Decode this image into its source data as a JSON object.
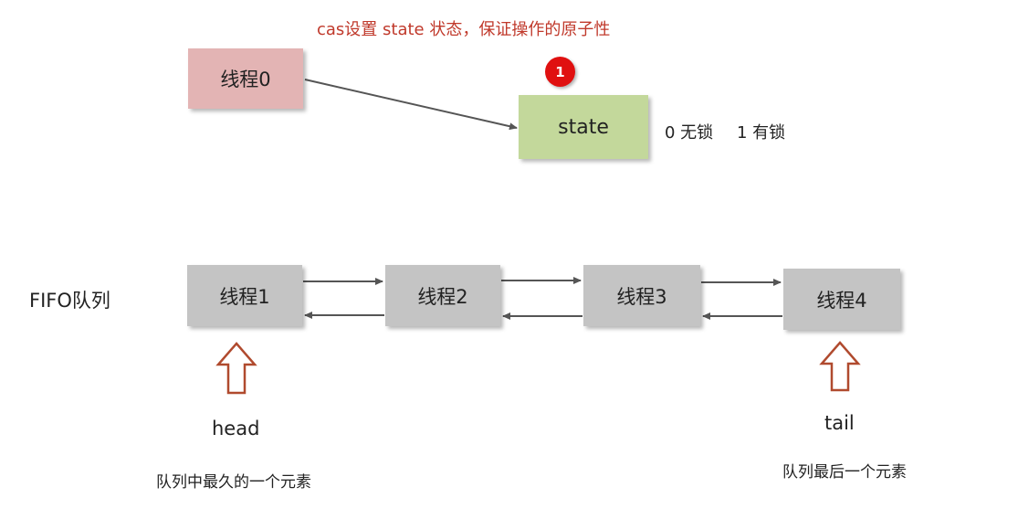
{
  "caption_top": "cas设置 state 状态，保证操作的原子性",
  "thread0": {
    "label": "线程0"
  },
  "state": {
    "label": "state",
    "badge": "1",
    "legend_unlocked": "0 无锁",
    "legend_locked": "1 有锁"
  },
  "queue": {
    "label": "FIFO队列",
    "nodes": [
      "线程1",
      "线程2",
      "线程3",
      "线程4"
    ]
  },
  "head": {
    "label": "head",
    "desc": "队列中最久的一个元素"
  },
  "tail": {
    "label": "tail",
    "desc": "队列最后一个元素"
  },
  "colors": {
    "caption_red": "#c0392b",
    "thread0_fill": "#e3b4b4",
    "state_fill": "#c3d89b",
    "node_fill": "#c4c4c4",
    "badge_red": "#e01010",
    "pointer_stroke": "#b04a2e",
    "arrow_gray": "#555555"
  }
}
